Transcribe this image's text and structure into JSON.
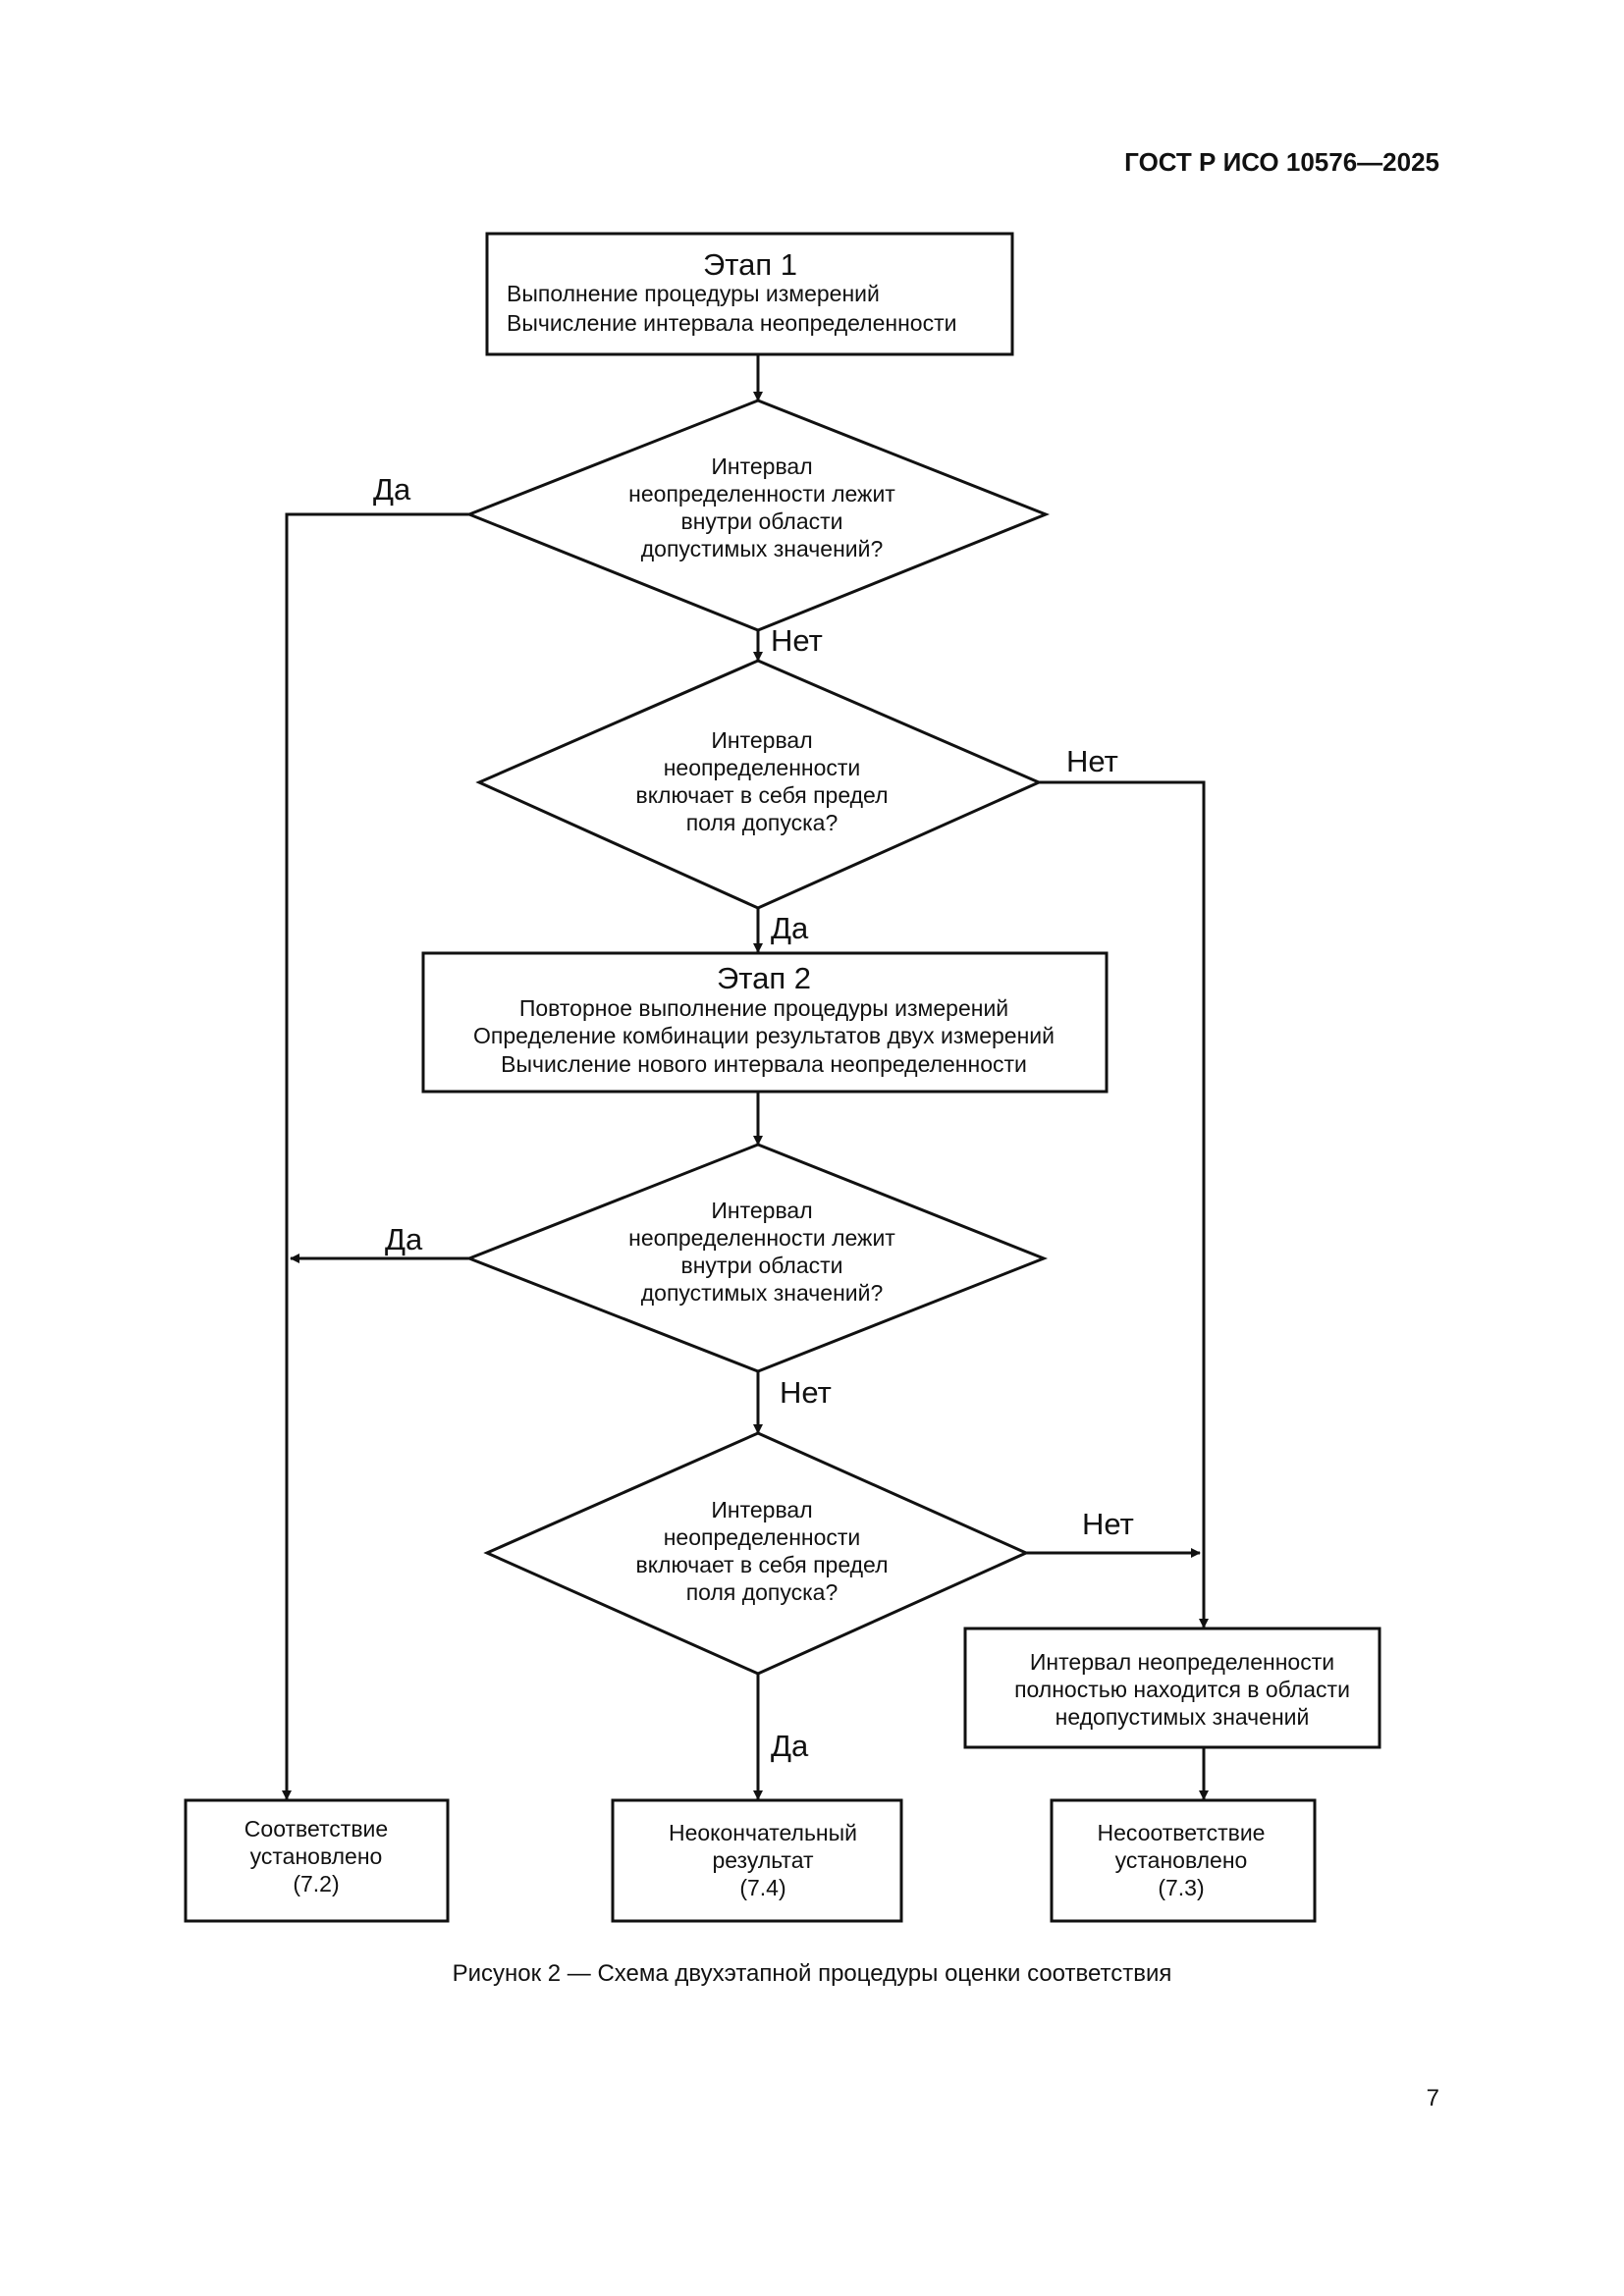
{
  "header": {
    "doc_id": "ГОСТ Р ИСО 10576—2025"
  },
  "flow": {
    "stage1": {
      "title": "Этап 1",
      "lines": [
        "Выполнение процедуры измерений",
        "Вычисление интервала неопределенности"
      ]
    },
    "decision1": {
      "lines": [
        "Интервал",
        "неопределенности лежит",
        "внутри области",
        "допустимых значений?"
      ]
    },
    "decision2": {
      "lines": [
        "Интервал",
        "неопределенности",
        "включает в себя предел",
        "поля допуска?"
      ]
    },
    "stage2": {
      "title": "Этап 2",
      "lines": [
        "Повторное выполнение процедуры измерений",
        "Определение комбинации результатов двух измерений",
        "Вычисление нового интервала неопределенности"
      ]
    },
    "decision3": {
      "lines": [
        "Интервал",
        "неопределенности лежит",
        "внутри области",
        "допустимых значений?"
      ]
    },
    "decision4": {
      "lines": [
        "Интервал",
        "неопределенности",
        "включает в себя предел",
        "поля допуска?"
      ]
    },
    "unacceptable": {
      "lines": [
        "Интервал неопределенности",
        "полностью находится в области",
        "недопустимых значений"
      ]
    },
    "result_conformity": {
      "lines": [
        "Соответствие",
        "установлено",
        "(7.2)"
      ]
    },
    "result_inconclusive": {
      "lines": [
        "Неокончательный",
        "результат",
        "(7.4)"
      ]
    },
    "result_nonconformity": {
      "lines": [
        "Несоответствие",
        "установлено",
        "(7.3)"
      ]
    },
    "labels": {
      "yes": "Да",
      "no": "Нет"
    }
  },
  "caption": "Рисунок 2 — Схема двухэтапной процедуры оценки соответствия",
  "page_number": "7"
}
